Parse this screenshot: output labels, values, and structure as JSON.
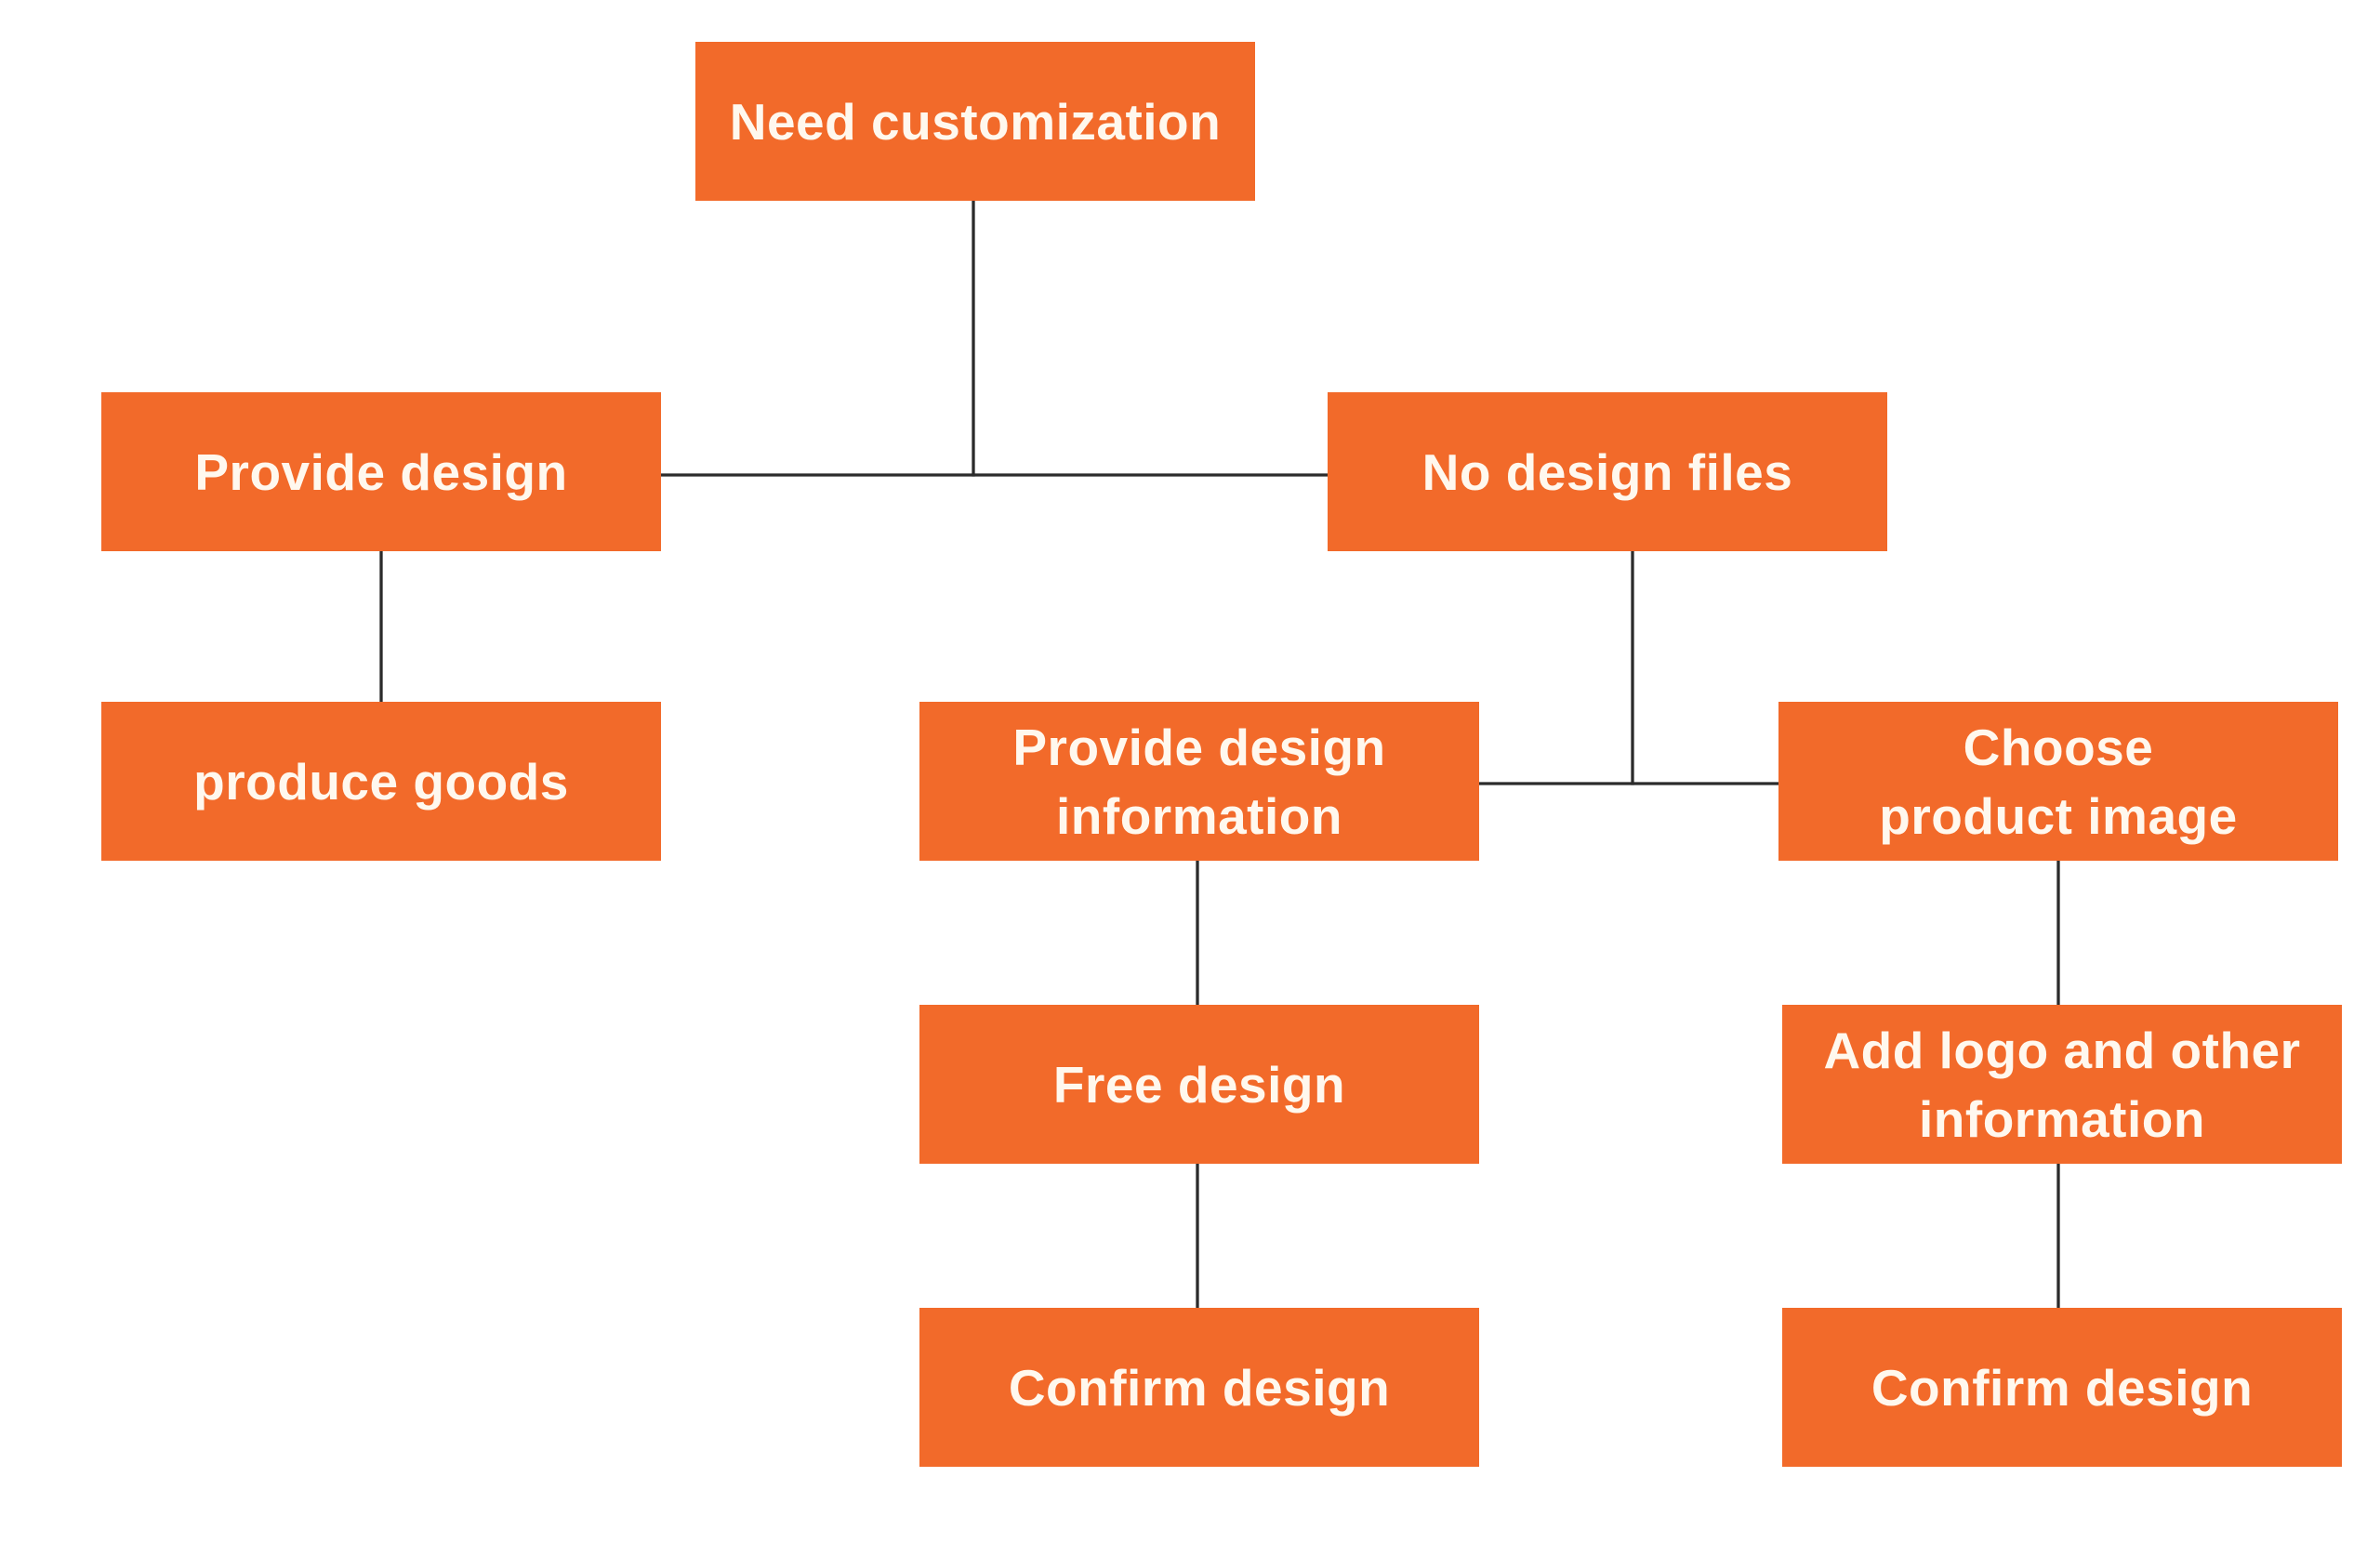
{
  "diagram": {
    "nodes": {
      "need_customization": "Need customization",
      "provide_design": "Provide design",
      "no_design_files": "No design files",
      "produce_goods": "produce goods",
      "provide_design_info": "Provide design information",
      "choose_product_image": "Choose product image",
      "free_design": "Free design",
      "add_logo": "Add logo and other information",
      "confirm_design_left": "Confirm design",
      "confirm_design_right": "Confirm design"
    },
    "colors": {
      "node_fill": "#f26a2a",
      "node_text": "#fff8ee",
      "connector": "#2b2b2b",
      "background": "#ffffff"
    }
  }
}
